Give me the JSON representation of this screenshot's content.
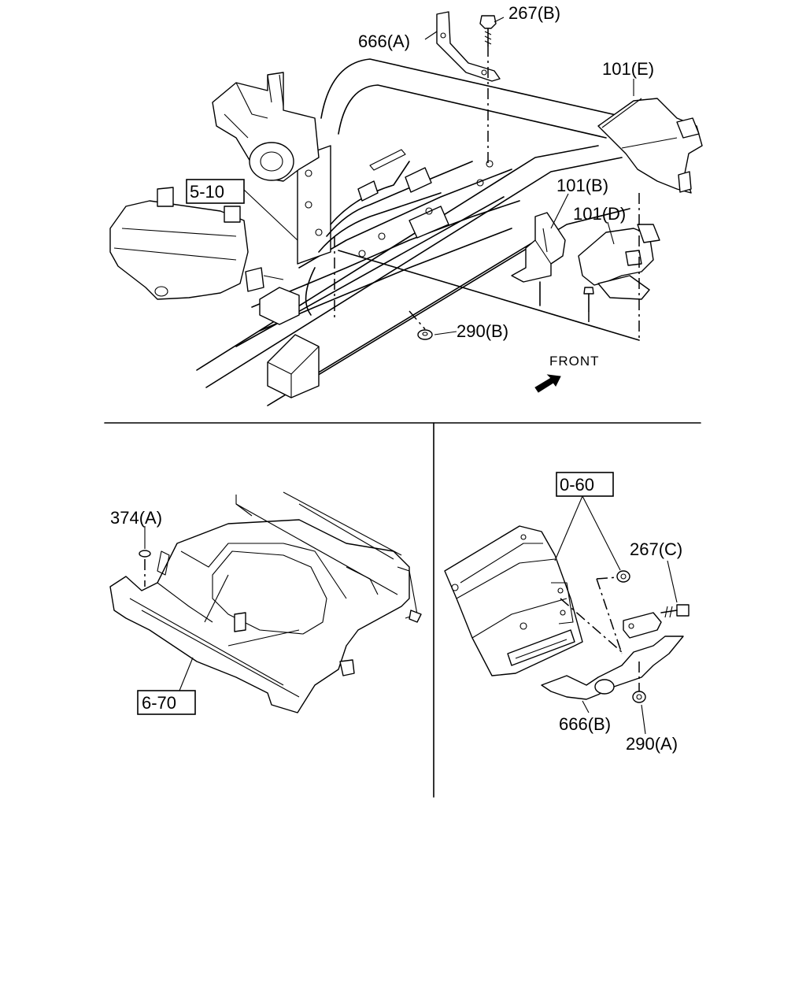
{
  "callouts": {
    "c_267b": "267(B)",
    "c_666a": "666(A)",
    "c_101e": "101(E)",
    "c_510": "5-10",
    "c_101b": "101(B)",
    "c_101d": "101(D)",
    "c_290b": "290(B)",
    "c_front": "FRONT",
    "c_374a": "374(A)",
    "c_670": "6-70",
    "c_060": "0-60",
    "c_267c": "267(C)",
    "c_666b": "666(B)",
    "c_290a": "290(A)"
  }
}
